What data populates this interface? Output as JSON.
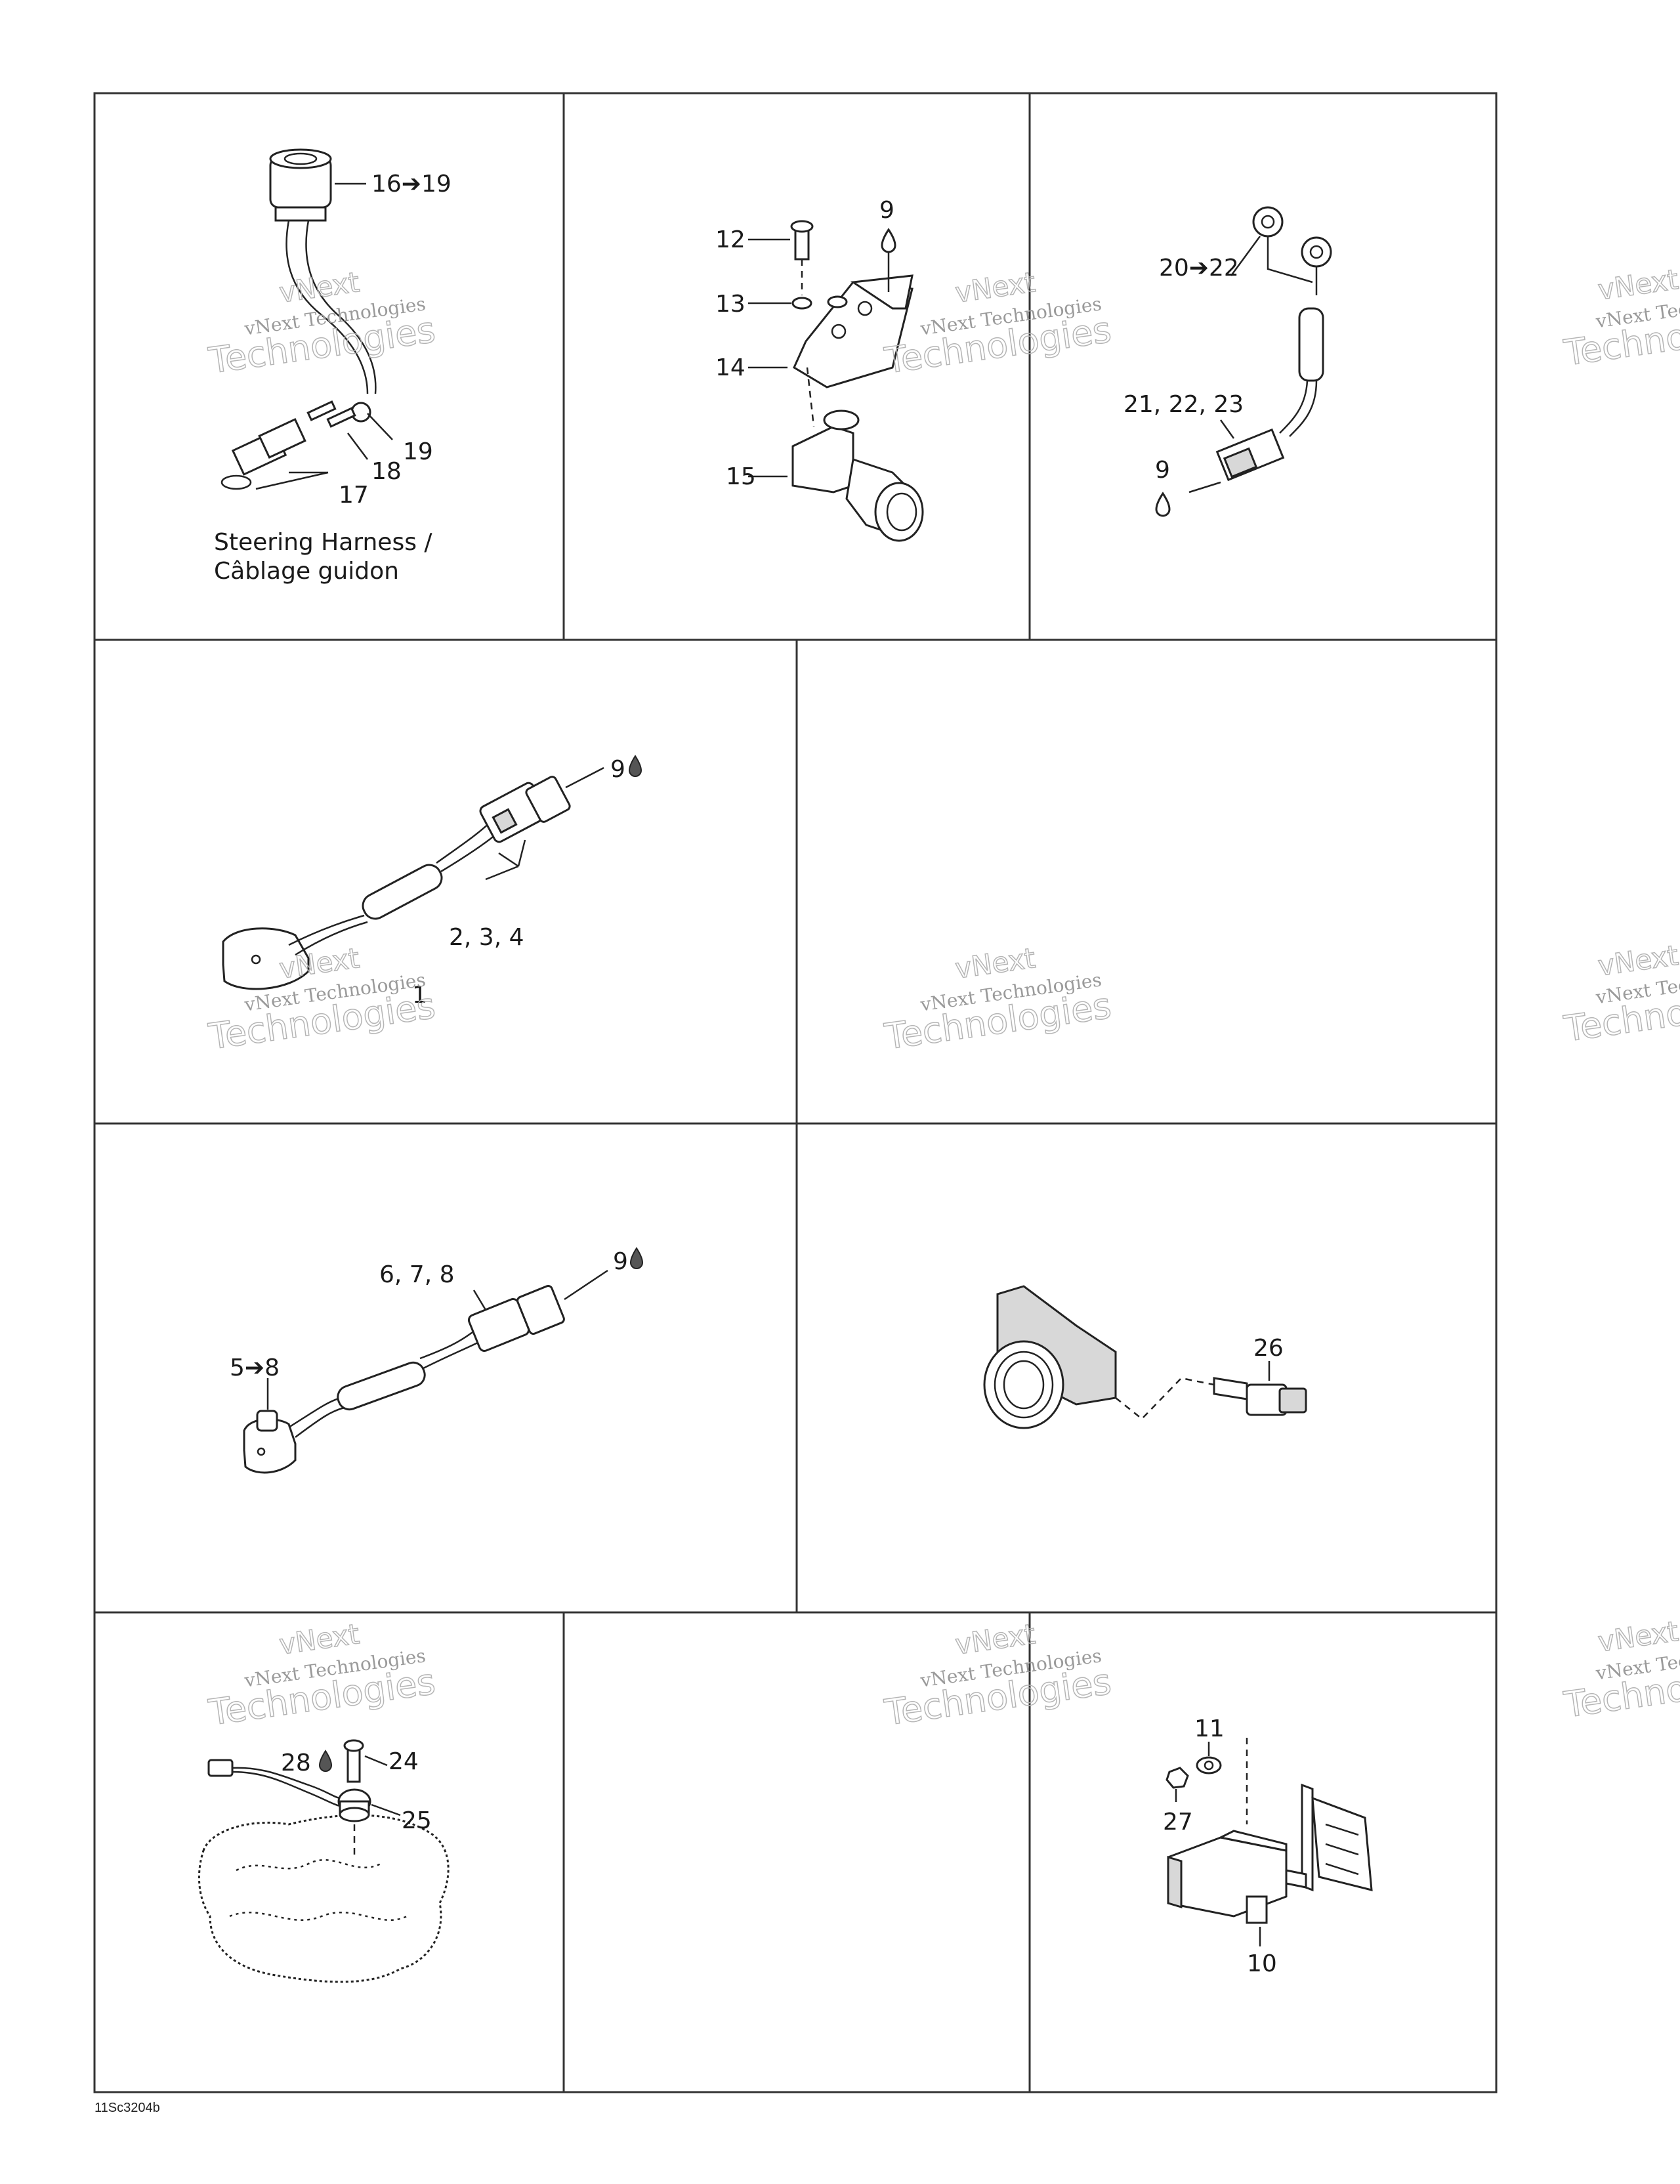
{
  "diagram": {
    "caption": [
      "Steering Harness /",
      "Câblage guidon"
    ],
    "callouts": {
      "c_16_19": "16➔19",
      "c_19": "19",
      "c_18": "18",
      "c_17": "17",
      "c_12": "12",
      "c_9a": "9",
      "c_13": "13",
      "c_14": "14",
      "c_15": "15",
      "c_20_22": "20➔22",
      "c_21_22_23": "21, 22, 23",
      "c_9b": "9",
      "c_9c": "9",
      "c_2_3_4": "2, 3, 4",
      "c_1": "1",
      "c_6_7_8": "6, 7, 8",
      "c_9d": "9",
      "c_5_8": "5➔8",
      "c_26": "26",
      "c_28": "28",
      "c_24": "24",
      "c_25": "25",
      "c_11": "11",
      "c_27": "27",
      "c_10": "10"
    },
    "figure_code": "11Sc3204b",
    "watermark": {
      "line1": "vNext Technologies",
      "line2": "vNext",
      "line3": "Technologies"
    }
  }
}
